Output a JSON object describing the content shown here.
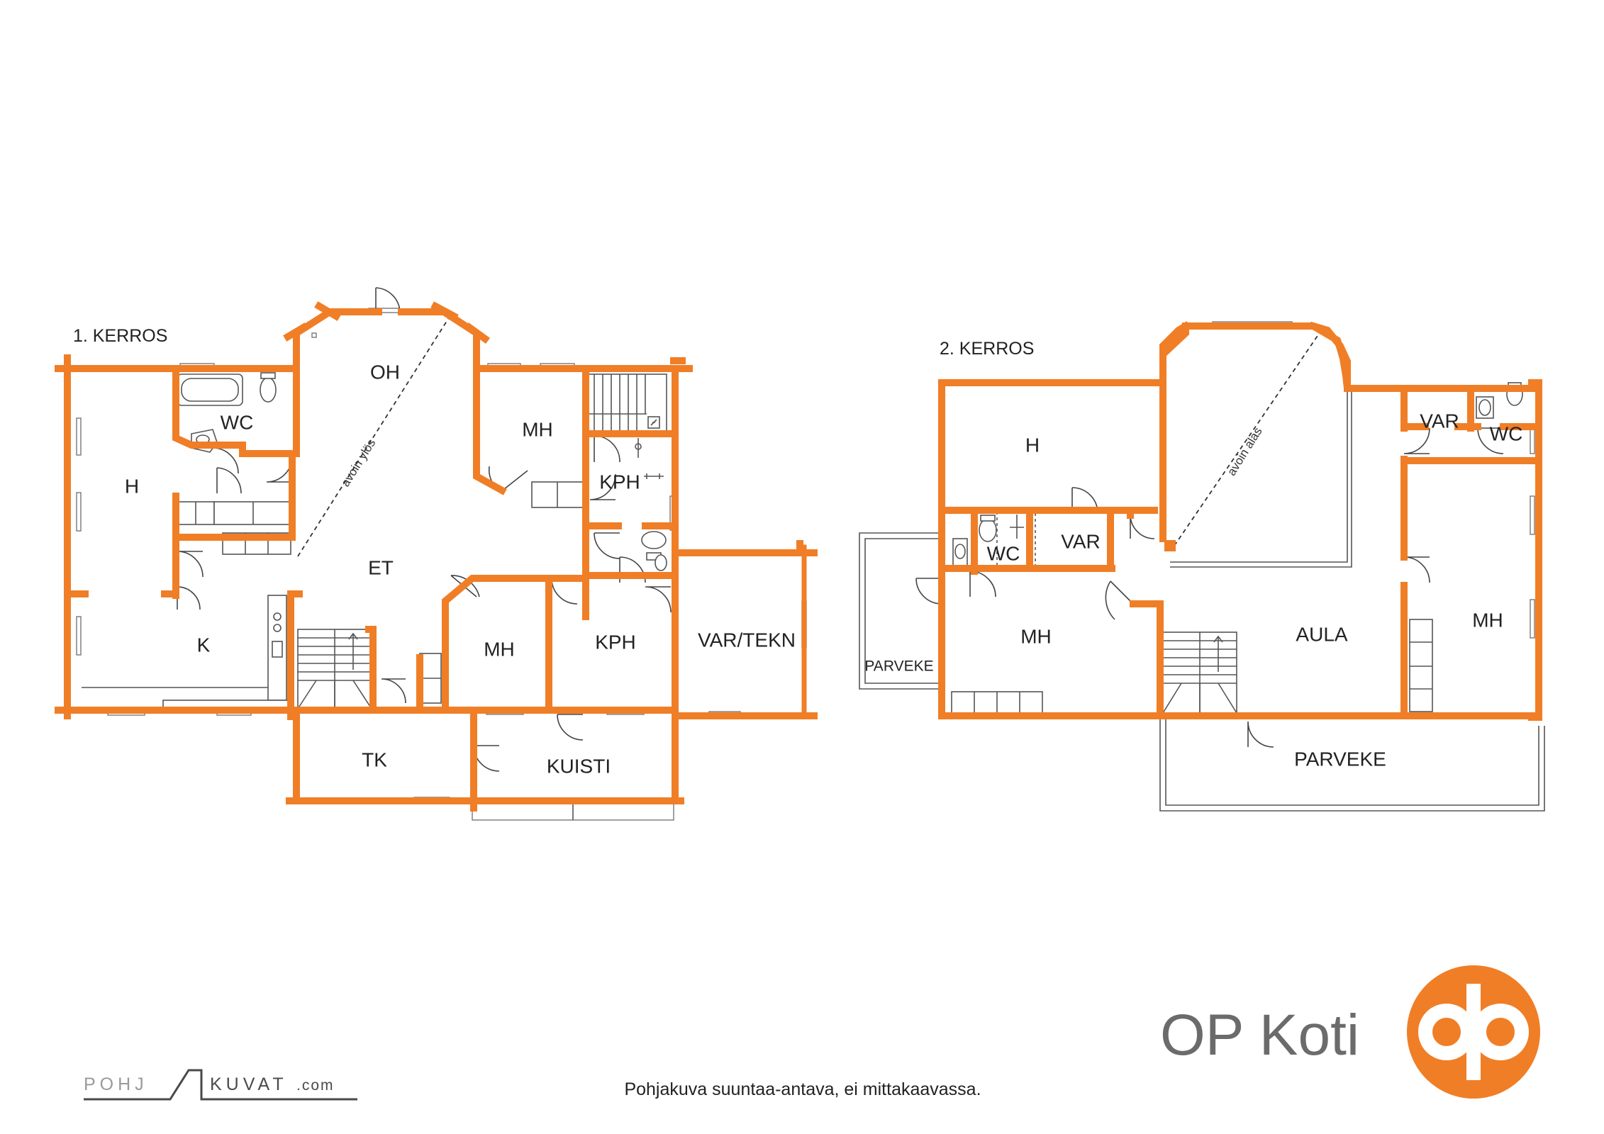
{
  "floor1": {
    "title": "1. KERROS",
    "rooms": {
      "h": "H",
      "wc": "WC",
      "oh": "OH",
      "mh_top": "MH",
      "kph_top": "KPH",
      "et": "ET",
      "k": "K",
      "mh_mid": "MH",
      "kph_mid": "KPH",
      "var_tekn": "VAR/TEKN",
      "tk": "TK",
      "kuisti": "KUISTI"
    },
    "note": "avoin ylös"
  },
  "floor2": {
    "title": "2. KERROS",
    "rooms": {
      "h": "H",
      "var_right": "VAR",
      "wc_right": "WC",
      "wc_mid": "WC",
      "var_mid": "VAR",
      "parveke_left": "PARVEKE",
      "mh_left": "MH",
      "aula": "AULA",
      "mh_right": "MH",
      "parveke_bottom": "PARVEKE"
    },
    "note": "avoin alas"
  },
  "disclaimer": "Pohjakuva suuntaa-antava, ei mittakaavassa.",
  "brand": {
    "name": "OP Koti",
    "color": "#f07e26",
    "text_color": "#6b6b6b"
  },
  "watermark": {
    "left": "POHJ",
    "right": "KUVAT",
    "suffix": ".com"
  },
  "colors": {
    "wall": "#f07e26",
    "logo_circle": "#f07e26"
  }
}
